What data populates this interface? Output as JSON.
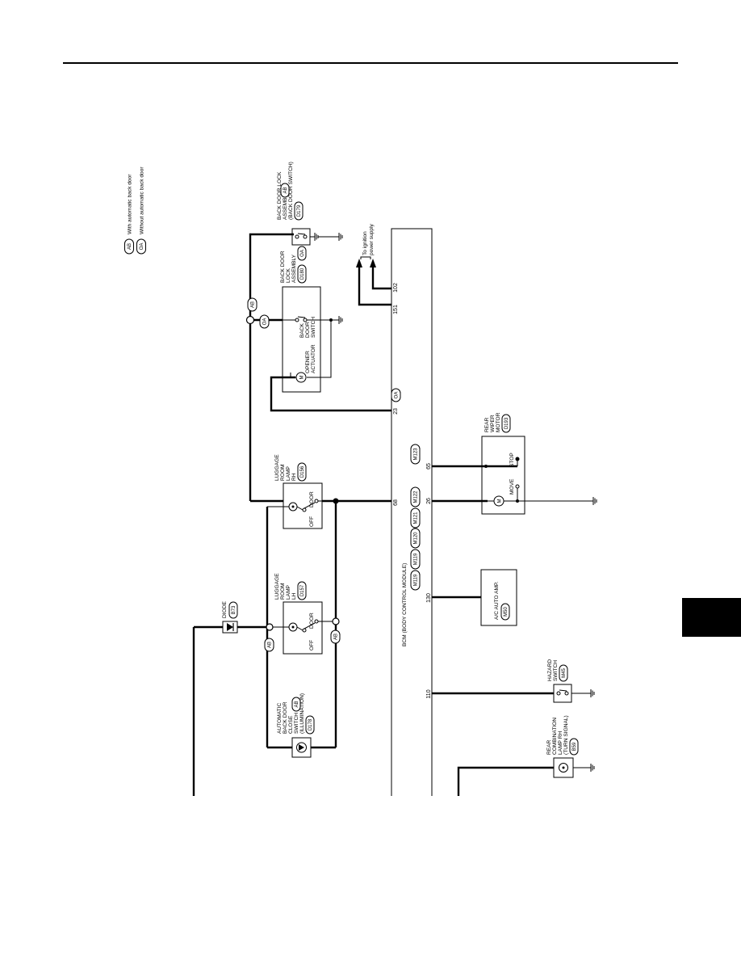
{
  "legend": [
    {
      "code": "AB",
      "text": "With automatic back door"
    },
    {
      "code": "OA",
      "text": "Without automatic back door"
    }
  ],
  "components": {
    "bcm": {
      "name": "BCM (BODY CONTROL MODULE)",
      "connectors": [
        "M119",
        "M119",
        "M120",
        "M121",
        "M122",
        "M123"
      ]
    },
    "back_door_lock_ab": {
      "lines": [
        "BACK DOOR LOCK",
        "ASSEMBLY",
        "(BACK DOOR SWITCH)"
      ],
      "connector": "D179",
      "tag": "AB"
    },
    "back_door_lock_oa": {
      "lines": [
        "BACK DOOR",
        "LOCK",
        "ASSEMBLY"
      ],
      "connector": "D180",
      "tag": "OA"
    },
    "back_door_switch": {
      "lines": [
        "BACK",
        "DOOR",
        "SWITCH"
      ]
    },
    "opener_actuator": {
      "lines": [
        "OPENER",
        "ACTUATOR"
      ],
      "symbol": "M"
    },
    "ignition": {
      "lines": [
        "To ignition",
        "power supply"
      ]
    },
    "luggage_rh": {
      "lines": [
        "LUGGAGE",
        "ROOM",
        "LAMP",
        "RH"
      ],
      "connector": "D156",
      "off": "OFF",
      "door": "DOOR"
    },
    "luggage_lh": {
      "lines": [
        "LUGGAGE",
        "ROOM",
        "LAMP",
        "LH"
      ],
      "connector": "D157",
      "off": "OFF",
      "door": "DOOR"
    },
    "diode": {
      "name": "DIODE",
      "connector": "B73"
    },
    "auto_close_switch": {
      "lines": [
        "AUTOMATIC",
        "BACK DOOR",
        "CLOSE",
        "SWITCH",
        "(ILLUMINATION)"
      ],
      "connector": "D178",
      "tag": "AB"
    },
    "rear_wiper": {
      "lines": [
        "REAR",
        "WIPER",
        "MOTOR"
      ],
      "connector": "D193",
      "stop": "STOP",
      "move": "MOVE",
      "symbol": "M"
    },
    "ac_auto_amp": {
      "name": "A/C AUTO AMP.",
      "connector": "M50"
    },
    "hazard_switch": {
      "lines": [
        "HAZARD",
        "SWITCH"
      ],
      "connector": "M45"
    },
    "rear_combination_lamp": {
      "lines": [
        "REAR",
        "COMBINATION",
        "LAMP RH",
        "(TURN SIGNAL)"
      ],
      "connector": "B59"
    }
  },
  "pins": {
    "p151": "151",
    "p102": "102",
    "p23": "23",
    "p68": "68",
    "p65": "65",
    "p26": "26",
    "p130": "130",
    "p110": "110"
  },
  "tags": {
    "ab": "AB",
    "oa": "OA"
  }
}
